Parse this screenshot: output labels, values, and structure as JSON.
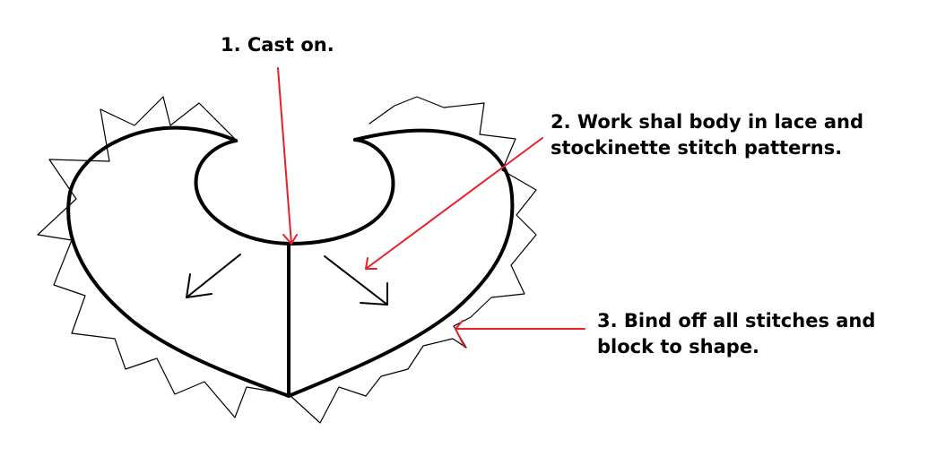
{
  "annotations": {
    "step1": "1. Cast on.",
    "step2_line1": "2. Work shal body in lace and",
    "step2_line2": "stockinette stitch patterns.",
    "step3_line1": "3. Bind off all stitches and",
    "step3_line2": "block to shape."
  },
  "colors": {
    "outline": "#000000",
    "arrow": "#e8202a",
    "background": "#ffffff"
  }
}
